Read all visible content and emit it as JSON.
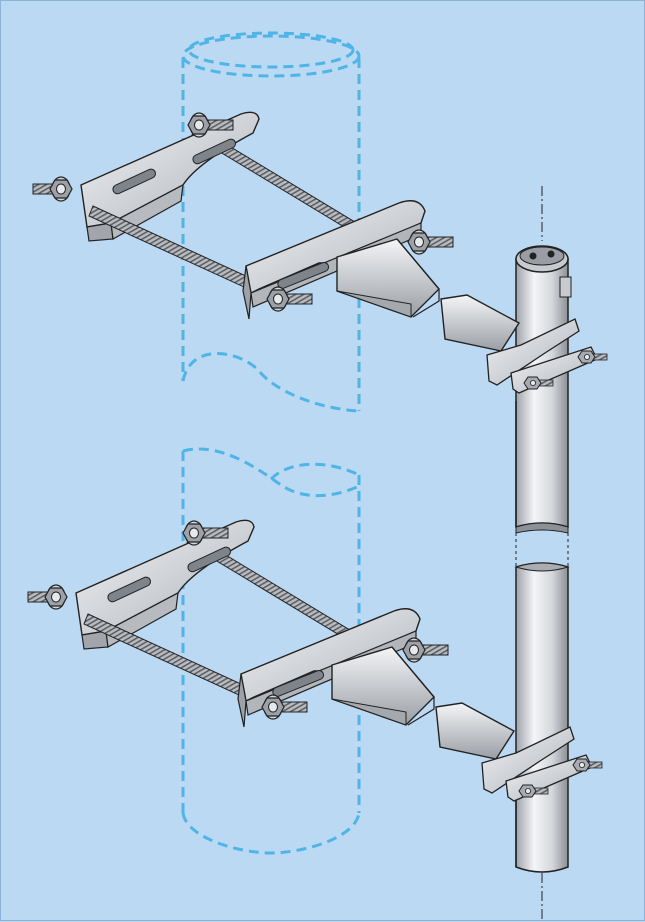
{
  "figure": {
    "background": "#bcd9f3",
    "metal_light": "#f2f3f5",
    "metal_mid": "#c9ccd1",
    "metal_dark": "#8a8e94",
    "outline": "#222222",
    "dashed_pipe_color": "#4fb4e6",
    "components": [
      "existing-pole-upper",
      "existing-pole-lower",
      "upper-clamp-assembly",
      "lower-clamp-assembly",
      "antenna-mast",
      "mast-top-cap",
      "mast-break"
    ]
  }
}
